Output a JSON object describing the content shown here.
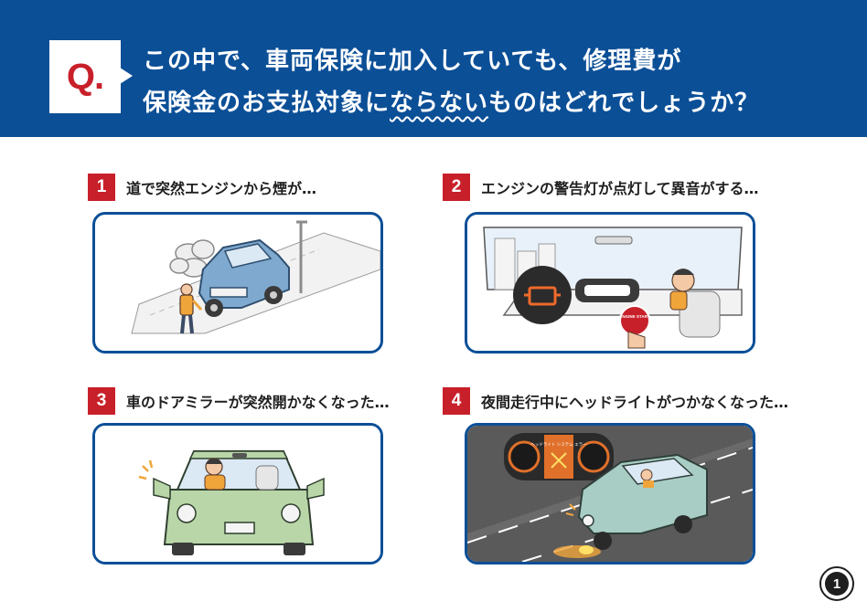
{
  "question": {
    "badge": "Q.",
    "line1": "この中で、車両保険に加入していても、修理費が",
    "line2_before": "保険金のお支払対象に",
    "line2_emphasis": "ならない",
    "line2_after": "ものはどれでしょうか？"
  },
  "items": [
    {
      "number": "1",
      "label": "道で突然エンジンから煙が…"
    },
    {
      "number": "2",
      "label": "エンジンの警告灯が点灯して異音がする…"
    },
    {
      "number": "3",
      "label": "車のドアミラーが突然開かなくなった…"
    },
    {
      "number": "4",
      "label": "夜間走行中にヘッドライトがつかなくなった…"
    }
  ],
  "illustrations": {
    "engine_start_text": "ENGINE START",
    "headlight_warning_text": "ヘッドライト システム エラー"
  },
  "page_number": "1",
  "colors": {
    "header_blue": "#0b4f97",
    "accent_red": "#c8202a",
    "car_blue": "#7fa9cf",
    "car_green": "#b9d6a8"
  }
}
